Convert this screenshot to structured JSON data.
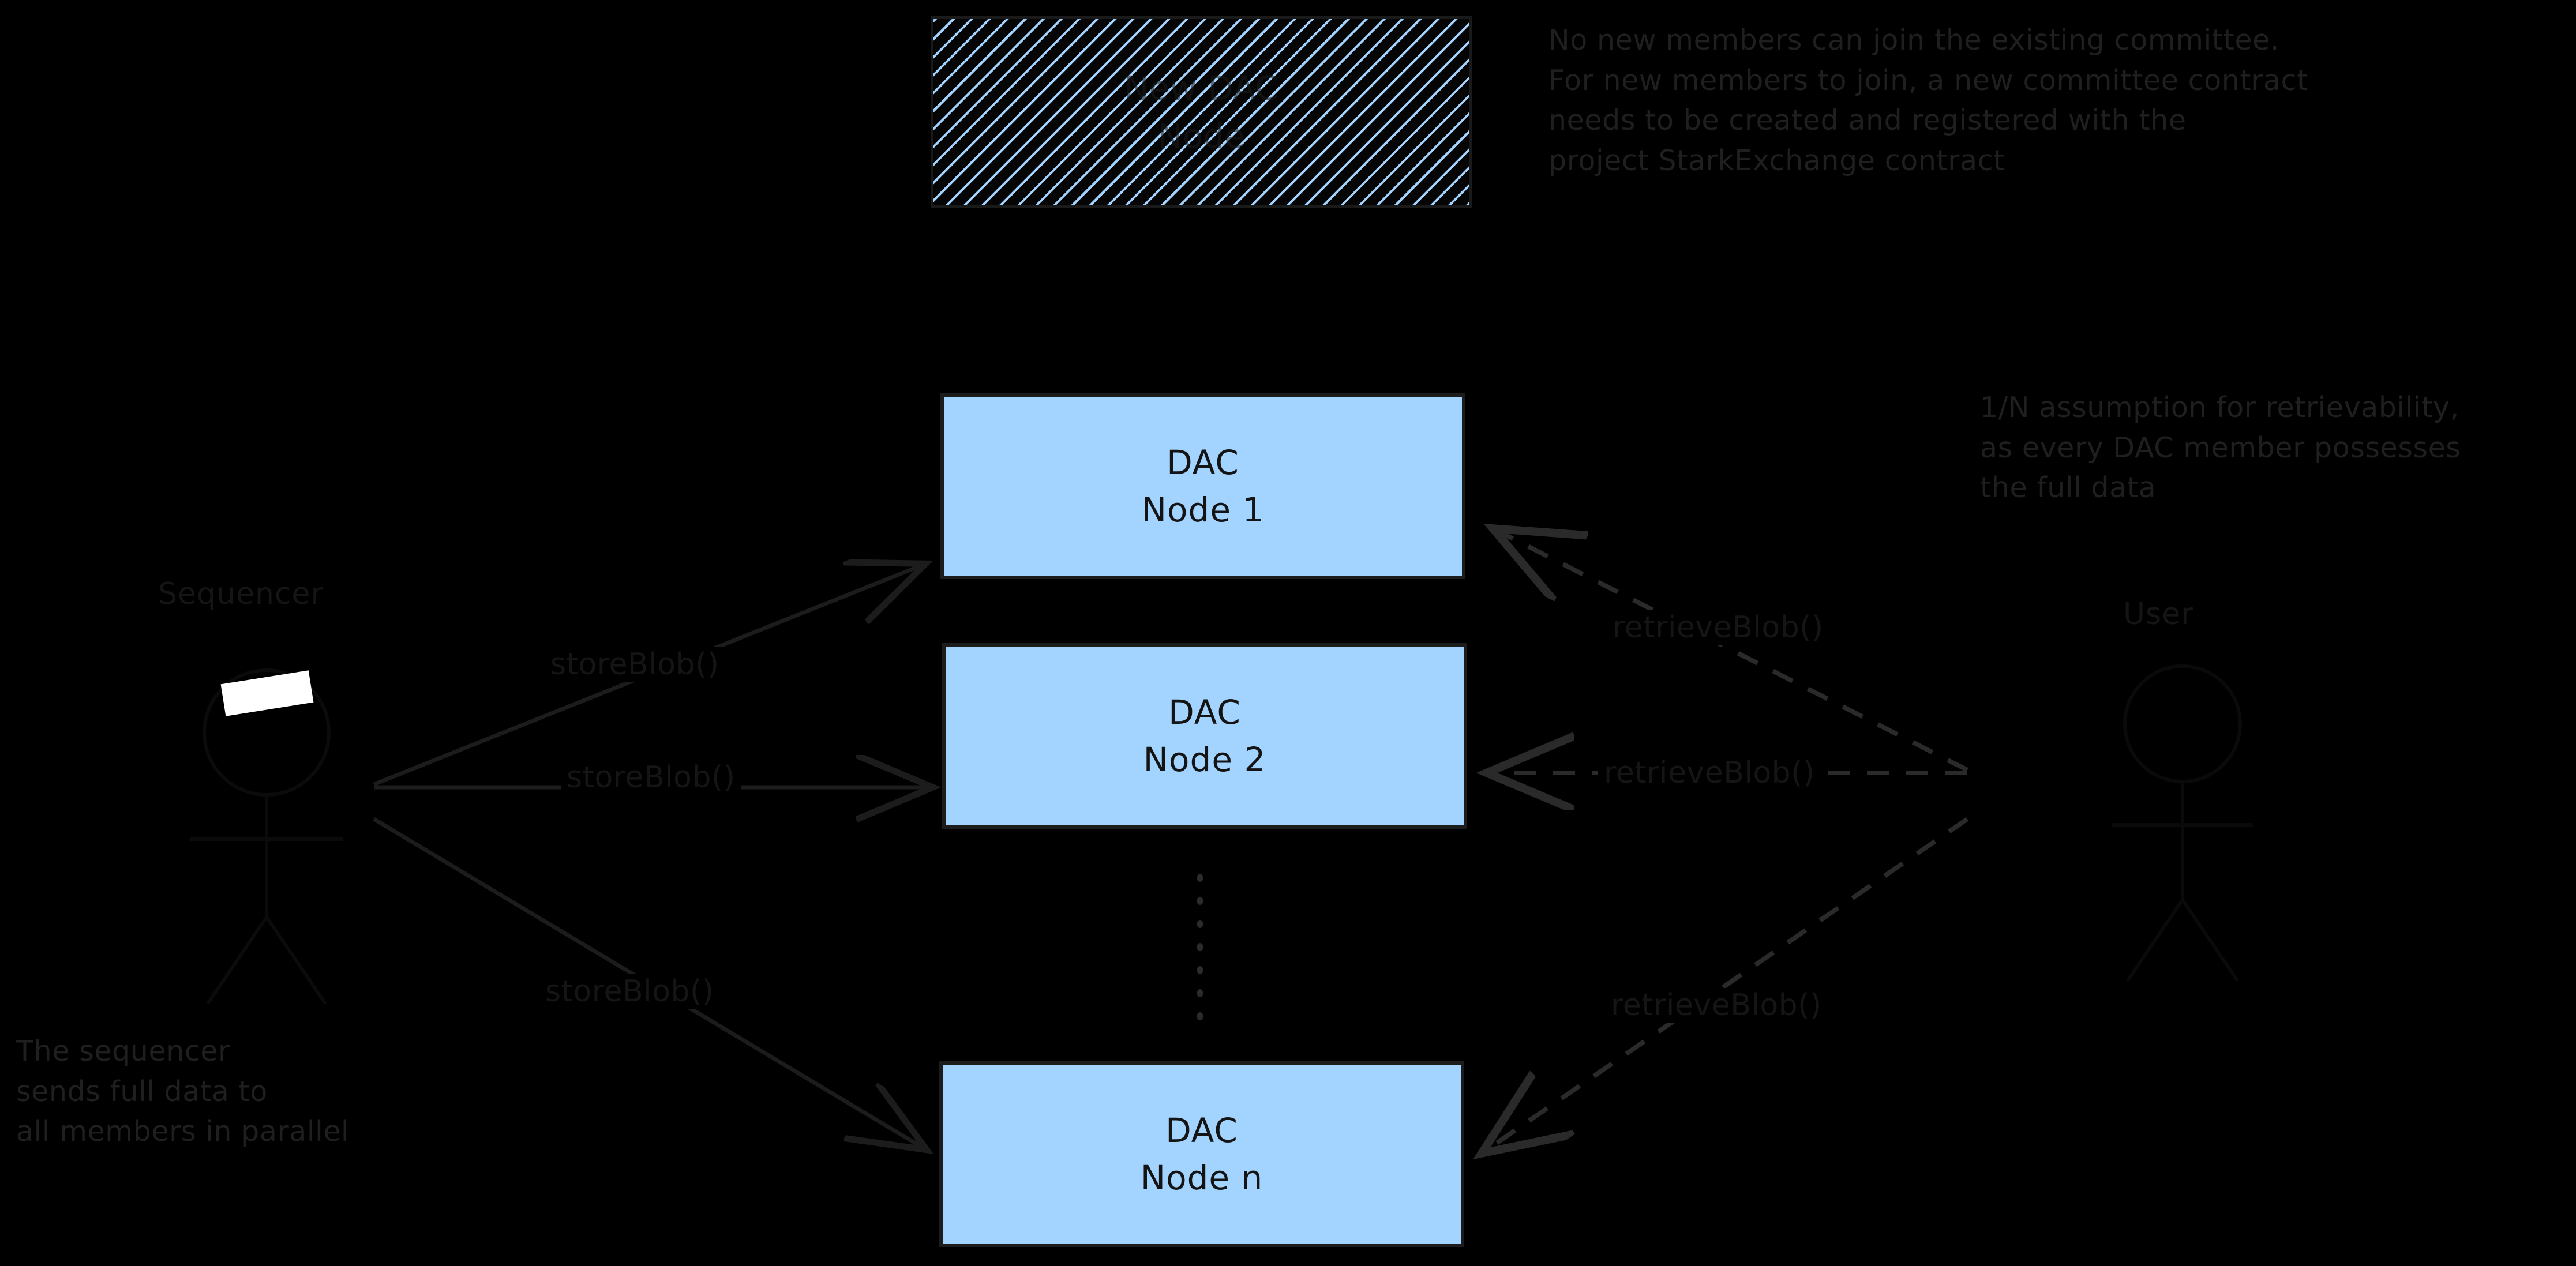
{
  "diagram": {
    "title_hatched_node": {
      "line1": "New DAC",
      "line2": "Node"
    },
    "actors": {
      "sequencer": {
        "label": "Sequencer",
        "icon": "person-actor-icon"
      },
      "user": {
        "label": "User",
        "icon": "person-actor-icon"
      }
    },
    "nodes": [
      {
        "line1": "DAC",
        "line2": "Node 1"
      },
      {
        "line1": "DAC",
        "line2": "Node 2"
      },
      {
        "line1": "DAC",
        "line2": "Node n"
      }
    ],
    "edges": {
      "store": [
        {
          "label": "storeBlob()",
          "from": "Sequencer",
          "to": "DAC Node 1",
          "style": "solid"
        },
        {
          "label": "storeBlob()",
          "from": "Sequencer",
          "to": "DAC Node 2",
          "style": "solid"
        },
        {
          "label": "storeBlob()",
          "from": "Sequencer",
          "to": "DAC Node n",
          "style": "solid"
        }
      ],
      "retrieve": [
        {
          "label": "retrieveBlob()",
          "from": "User",
          "to": "DAC Node 1",
          "style": "dashed"
        },
        {
          "label": "retrieveBlob()",
          "from": "User",
          "to": "DAC Node 2",
          "style": "dashed"
        },
        {
          "label": "retrieveBlob()",
          "from": "User",
          "to": "DAC Node n",
          "style": "dashed"
        }
      ]
    },
    "notes": {
      "committee": "No new members can join the existing committee.\nFor new members to join, a new committee contract\nneeds to be created and registered with the\nproject StarkExchange contract",
      "retrievability": "1/N assumption for retrievability,\nas every DAC member possesses\nthe full data",
      "sequencer": "The sequencer\nsends full data to\nall members in parallel"
    },
    "colors": {
      "background": "#000000",
      "node_fill": "#a3d4ff",
      "stroke": "#1c1c1c",
      "text": "#151515",
      "highlight": "#ffffff"
    }
  }
}
